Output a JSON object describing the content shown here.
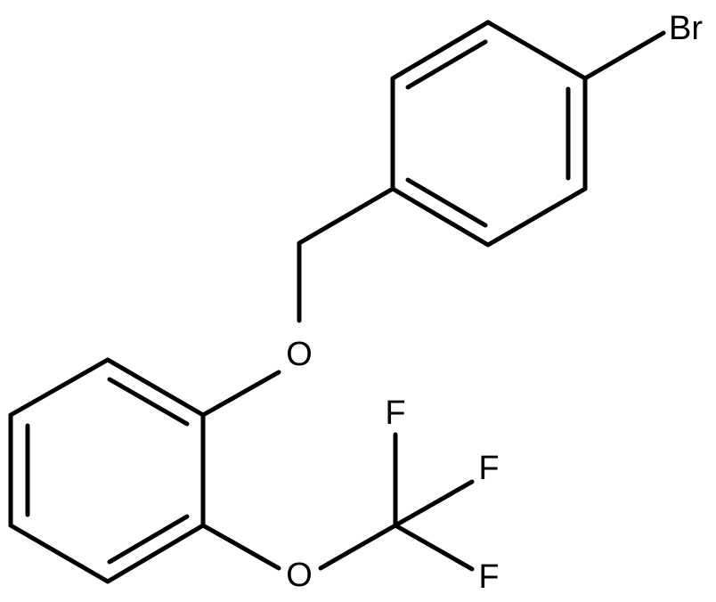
{
  "molecule": {
    "atoms": {
      "bromine": "Br",
      "ether_oxygen": "O",
      "trifluoromethoxy_oxygen": "O",
      "fluorine_top": "F",
      "fluorine_right": "F",
      "fluorine_bottom": "F"
    }
  }
}
